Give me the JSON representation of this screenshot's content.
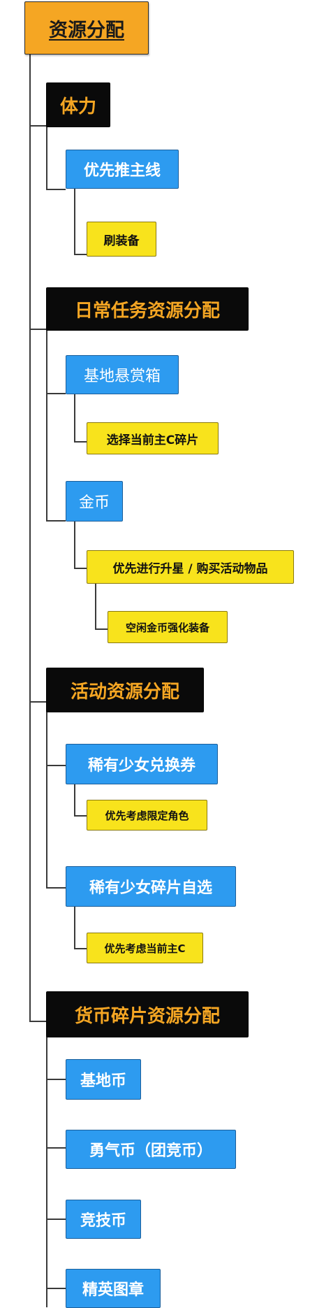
{
  "root": {
    "label": "资源分配"
  },
  "sections": [
    {
      "label": "体力",
      "children": [
        {
          "label": "优先推主线",
          "children": [
            {
              "label": "刷装备"
            }
          ]
        }
      ]
    },
    {
      "label": "日常任务资源分配",
      "children": [
        {
          "label": "基地悬赏箱",
          "children": [
            {
              "label": "选择当前主C碎片"
            }
          ]
        },
        {
          "label": "金币",
          "children": [
            {
              "label": "优先进行升星 / 购买活动物品",
              "children": [
                {
                  "label": "空闲金币强化装备"
                }
              ]
            }
          ]
        }
      ]
    },
    {
      "label": "活动资源分配",
      "children": [
        {
          "label": "稀有少女兑换券",
          "children": [
            {
              "label": "优先考虑限定角色"
            }
          ]
        },
        {
          "label": "稀有少女碎片自选",
          "children": [
            {
              "label": "优先考虑当前主C"
            }
          ]
        }
      ]
    },
    {
      "label": "货币碎片资源分配",
      "children": [
        {
          "label": "基地币"
        },
        {
          "label": "勇气币（团竞币）"
        },
        {
          "label": "竞技币"
        },
        {
          "label": "精英图章"
        }
      ]
    }
  ],
  "colors": {
    "root_fill": "#f5a623",
    "section_fill": "#0a0a0a",
    "section_text": "#f5a623",
    "level2_fill": "#2d9bf0",
    "level3_fill": "#f8e31c",
    "connector": "#3a3a3a"
  }
}
